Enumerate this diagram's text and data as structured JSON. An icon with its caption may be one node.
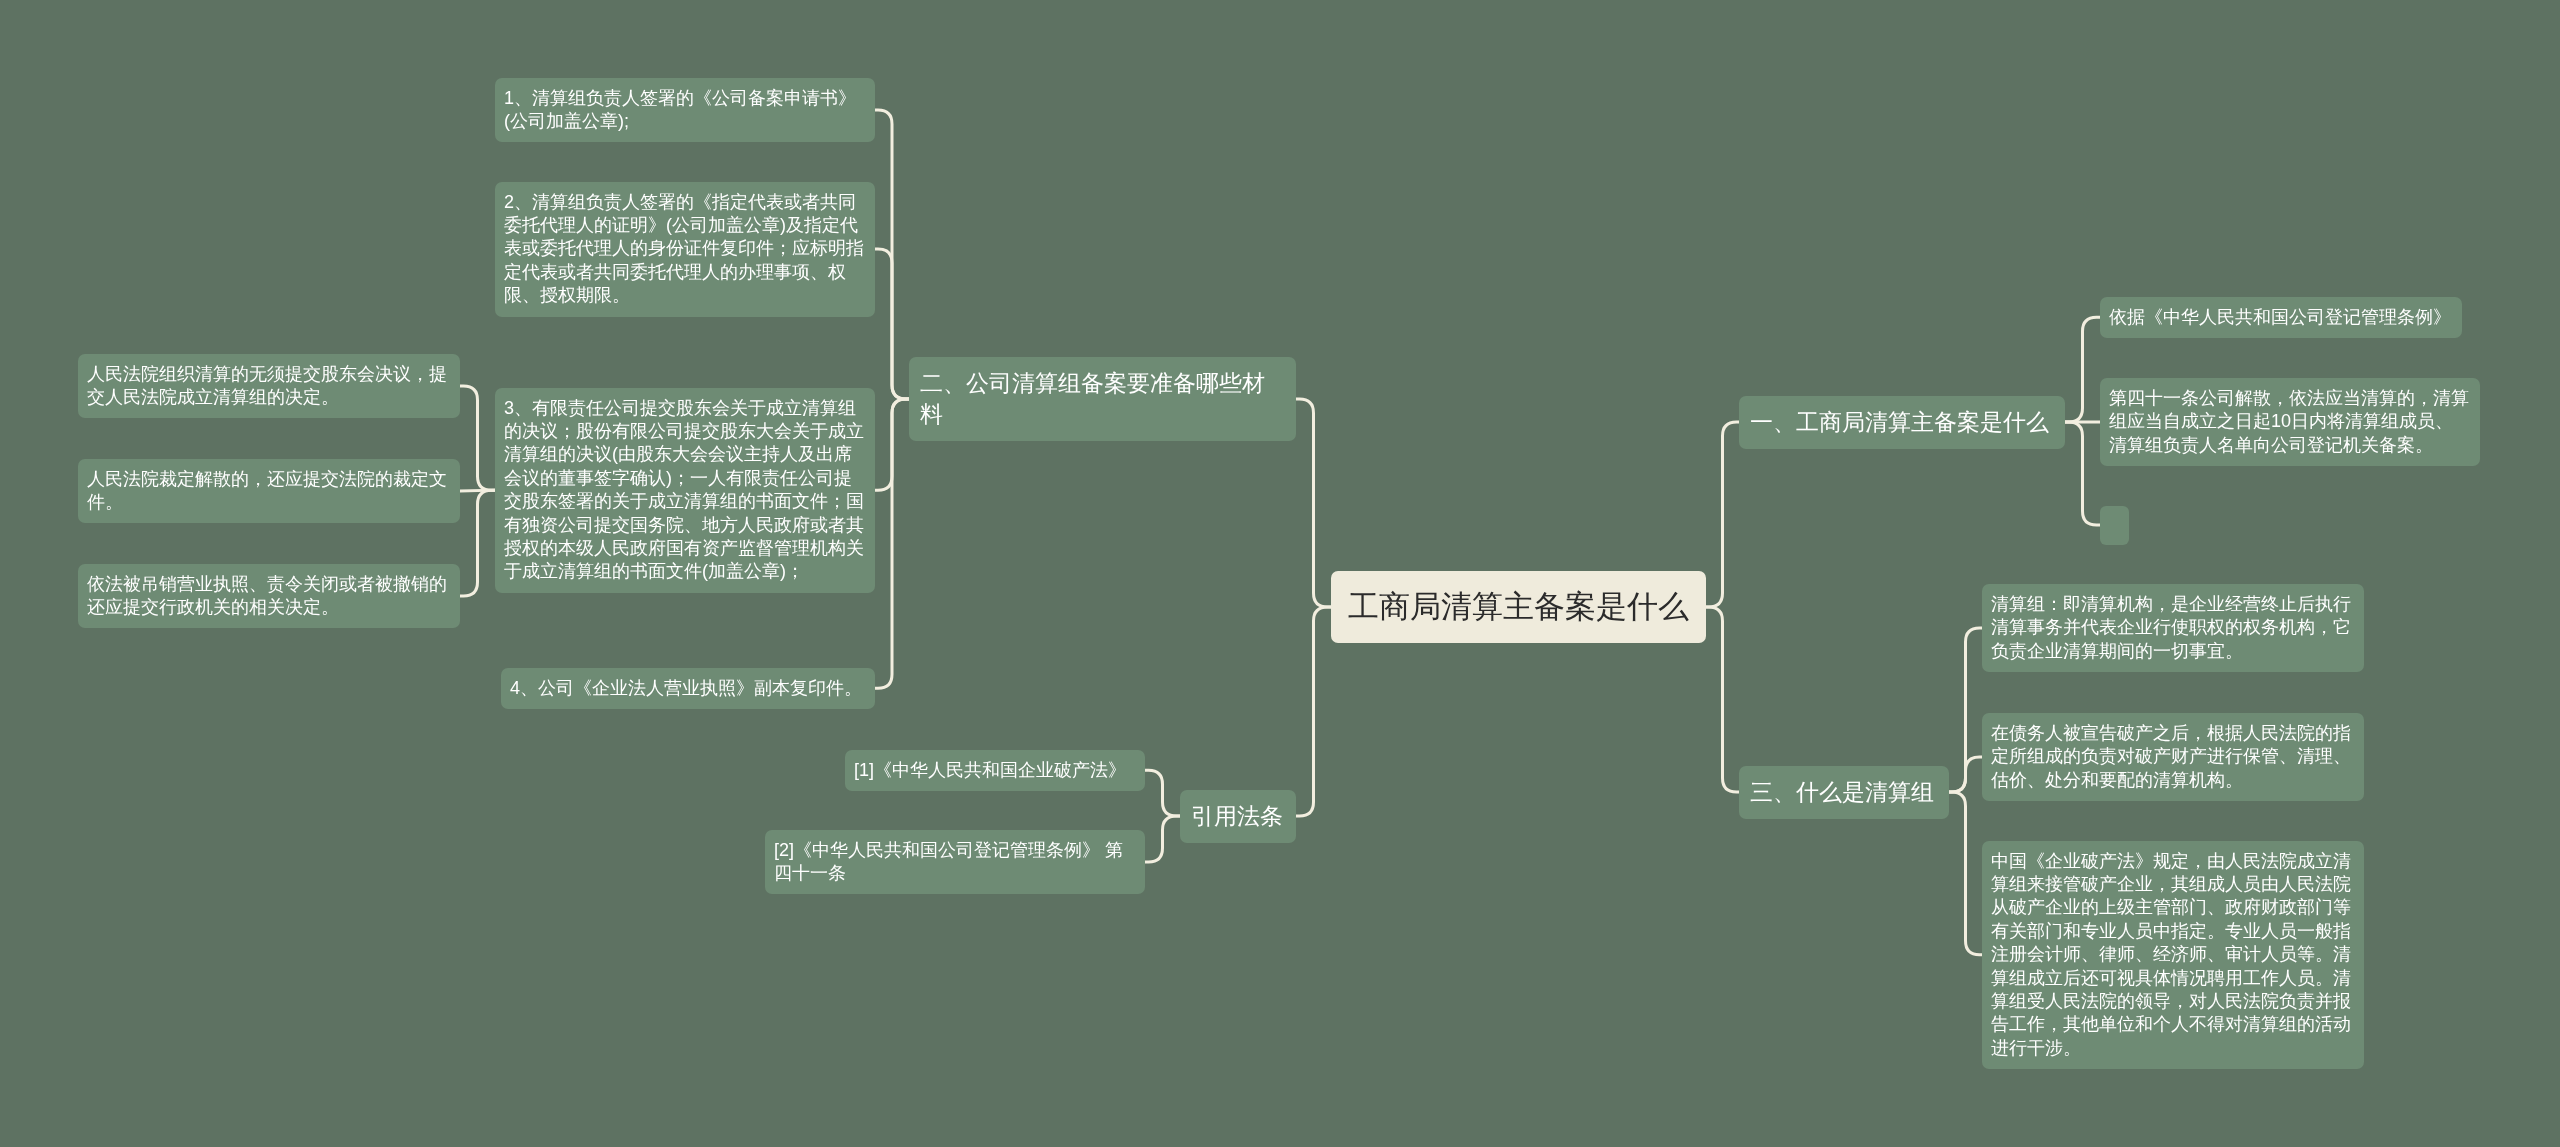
{
  "diagram": {
    "nodes": [
      {
        "text": [
          "工商局清算主备案是什么"
        ]
      },
      {
        "text": [
          "二、公司清算组备案要准备哪些材料"
        ]
      },
      {
        "text": [
          "1、清算组负责人签署的《公司备案申请书》(公司加盖公章);"
        ]
      },
      {
        "text": [
          "2、清算组负责人签署的《指定代表或者共同委托代理人的证明》(公司加盖公章)及指定代表或委托代理人的身份证件复印件；应标明指定代表或者共同委托代理人的办理事项、权限、授权期限。"
        ]
      },
      {
        "text": [
          "3、有限责任公司提交股东会关于成立清算组的决议；股份有限公司提交股东大会关于成立清算组的决议(由股东大会会议主持人及出席会议的董事签字确认)；一人有限责任公司提交股东签署的关于成立清算组的书面文件；国有独资公司提交国务院、地方人民政府或者其授权的本级人民政府国有资产监督管理机构关于成立清算组的书面文件(加盖公章)；"
        ]
      },
      {
        "text": [
          "人民法院组织清算的无须提交股东会决议，提交人民法院成立清算组的决定。"
        ]
      },
      {
        "text": [
          "人民法院裁定解散的，还应提交法院的裁定文件。"
        ]
      },
      {
        "text": [
          "依法被吊销营业执照、责令关闭或者被撤销的还应提交行政机关的相关决定。"
        ]
      },
      {
        "text": [
          "4、公司《企业法人营业执照》副本复印件。"
        ]
      },
      {
        "text": [
          "引用法条"
        ]
      },
      {
        "text": [
          "[1]《中华人民共和国企业破产法》"
        ]
      },
      {
        "text": [
          "[2]《中华人民共和国公司登记管理条例》 第四十一条"
        ]
      },
      {
        "text": [
          "一、工商局清算主备案是什么"
        ]
      },
      {
        "text": [
          "依据《中华人民共和国公司登记管理条例》"
        ]
      },
      {
        "text": [
          "第四十一条公司解散，依法应当清算的，清算组应当自成立之日起10日内将清算组成员、清算组负责人名单向公司登记机关备案。"
        ]
      },
      {
        "text": [],
        "shape": "box"
      },
      {
        "text": [
          "三、什么是清算组"
        ]
      },
      {
        "text": [
          "清算组：即清算机构，是企业经营终止后执行清算事务并代表企业行使职权的权务机构，它负责企业清算期间的一切事宜。"
        ]
      },
      {
        "text": [
          "在债务人被宣告破产之后，根据人民法院的指定所组成的负责对破产财产进行保管、清理、估价、处分和要配的清算机构。"
        ]
      },
      {
        "text": [
          "中国《企业破产法》规定，由人民法院成立清算组来接管破产企业，其组成人员由人民法院从破产企业的上级主管部门、政府财政部门等有关部门和专业人员中指定。专业人员一般指注册会计师、律师、经济师、审计人员等。清算组成立后还可视具体情况聘用工作人员。清算组受人民法院的领导，对人民法院负责并报告工作，其他单位和个人不得对清算组的活动进行干涉。"
        ]
      }
    ],
    "edges": [
      {
        "from": 0,
        "to": 1,
        "arrow": "none"
      },
      {
        "from": 0,
        "to": 9,
        "arrow": "none"
      },
      {
        "from": 0,
        "to": 12,
        "arrow": "none"
      },
      {
        "from": 0,
        "to": 16,
        "arrow": "none"
      },
      {
        "from": 1,
        "to": 2,
        "arrow": "none"
      },
      {
        "from": 1,
        "to": 3,
        "arrow": "none"
      },
      {
        "from": 1,
        "to": 4,
        "arrow": "none"
      },
      {
        "from": 1,
        "to": 8,
        "arrow": "none"
      },
      {
        "from": 4,
        "to": 5,
        "arrow": "none"
      },
      {
        "from": 4,
        "to": 6,
        "arrow": "none"
      },
      {
        "from": 4,
        "to": 7,
        "arrow": "none"
      },
      {
        "from": 9,
        "to": 10,
        "arrow": "none"
      },
      {
        "from": 9,
        "to": 11,
        "arrow": "none"
      },
      {
        "from": 12,
        "to": 13,
        "arrow": "none"
      },
      {
        "from": 12,
        "to": 14,
        "arrow": "none"
      },
      {
        "from": 12,
        "to": 15,
        "arrow": "none"
      },
      {
        "from": 16,
        "to": 17,
        "arrow": "none"
      },
      {
        "from": 16,
        "to": 18,
        "arrow": "none"
      },
      {
        "from": 16,
        "to": 19,
        "arrow": "none"
      }
    ]
  }
}
